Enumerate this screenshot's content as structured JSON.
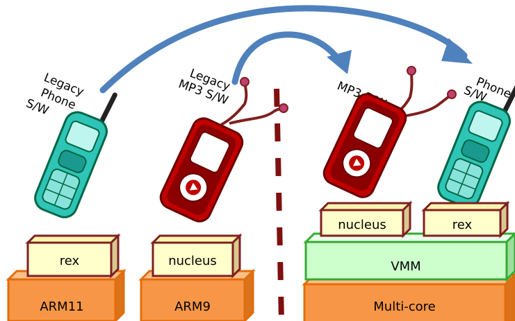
{
  "labels": {
    "legacy_phone_sw": [
      "Legacy",
      "Phone",
      "S/W"
    ],
    "legacy_mp3_sw": [
      "Legacy",
      "MP3 S/W"
    ],
    "mp3_sw": "MP3 S/W",
    "phone_sw": [
      "Phone",
      "S/W"
    ]
  },
  "boxes": {
    "rex_left": "rex",
    "arm11": "ARM11",
    "nucleus_left": "nucleus",
    "arm9": "ARM9",
    "nucleus_right": "nucleus",
    "rex_right": "rex",
    "vmm": "VMM",
    "multicore": "Multi-core"
  },
  "colors": {
    "arrow": "#4f81bd",
    "hardware_fill": "#f79646",
    "hardware_stroke": "#e46c0a",
    "os_fill": "#ffffcc",
    "os_stroke": "#7f1f1f",
    "vmm_fill": "#ccffcc",
    "vmm_stroke": "#33aa33",
    "divider": "#7f1010",
    "phone_body": "#2ec4b6",
    "mp3_body": "#c00000"
  }
}
